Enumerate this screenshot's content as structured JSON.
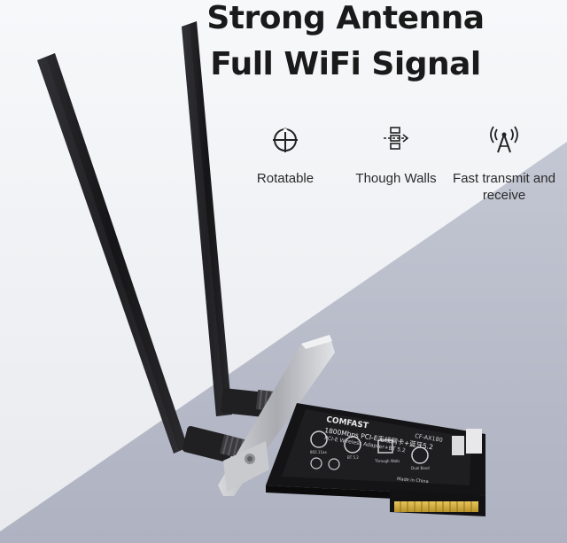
{
  "headline": {
    "line1": "Strong Antenna",
    "line2": "Full WiFi Signal"
  },
  "features": [
    {
      "icon": "rotate-icon",
      "label": "Rotatable"
    },
    {
      "icon": "wall-signal-icon",
      "label": "Though Walls"
    },
    {
      "icon": "antenna-tower-icon",
      "label": "Fast transmit and receive"
    }
  ],
  "product": {
    "brand": "COMFAST",
    "model": "CF-AX180",
    "speed_line": "1800Mbps PCI-E无线网卡+蓝牙5.2",
    "desc_line": "PCI-E Wireless Adapter+BT 5.2",
    "badges": [
      "802.11ax",
      "BT 5.2",
      "Through Walls",
      "Dual Band"
    ],
    "origin": "Made in China"
  },
  "colors": {
    "background_top": "#f2f3f5",
    "background_floor": "#b9bdcb",
    "antenna": "#1b1b1d",
    "pcb": "#1c1c1e",
    "gold": "#d9b43a"
  }
}
